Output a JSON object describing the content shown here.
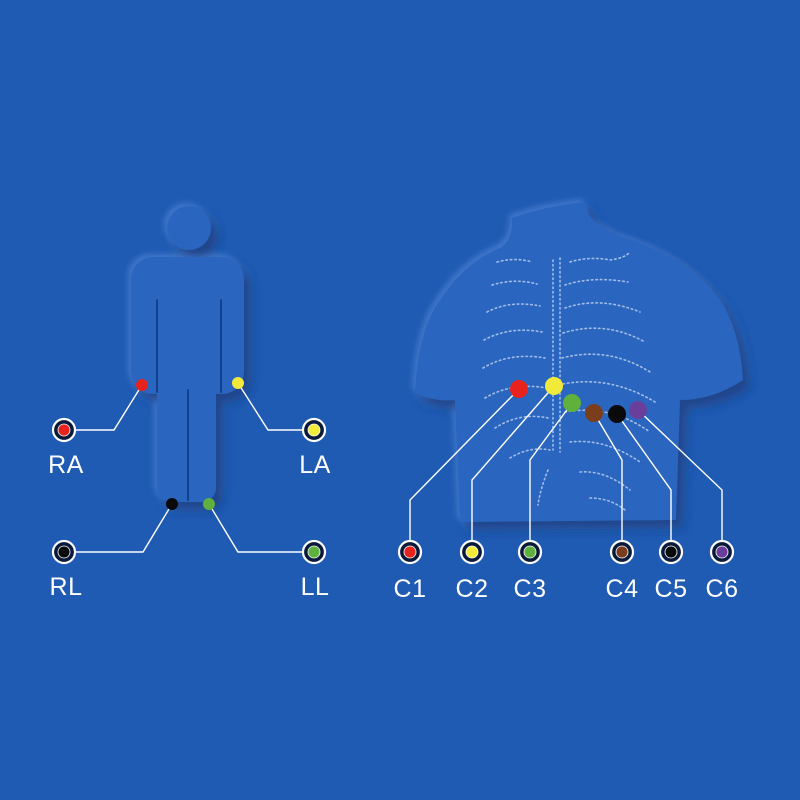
{
  "colors": {
    "background": "#1f5bb3",
    "figure": "#2a65bf",
    "shadow": "#0b2f72",
    "highlight": "#5b8fdc",
    "ring": "#ffffff",
    "wire": "#ffffff"
  },
  "limb_leads": [
    {
      "id": "RA",
      "label": "RA",
      "color": "#e8231e"
    },
    {
      "id": "LA",
      "label": "LA",
      "color": "#f2ea3b"
    },
    {
      "id": "RL",
      "label": "RL",
      "color": "#0a0a0a"
    },
    {
      "id": "LL",
      "label": "LL",
      "color": "#5fb03c"
    }
  ],
  "chest_leads": [
    {
      "id": "C1",
      "label": "C1",
      "color": "#e8231e"
    },
    {
      "id": "C2",
      "label": "C2",
      "color": "#f2ea3b"
    },
    {
      "id": "C3",
      "label": "C3",
      "color": "#5fb03c"
    },
    {
      "id": "C4",
      "label": "C4",
      "color": "#7a3e1c"
    },
    {
      "id": "C5",
      "label": "C5",
      "color": "#0a0a0a"
    },
    {
      "id": "C6",
      "label": "C6",
      "color": "#6a3f9c"
    }
  ]
}
